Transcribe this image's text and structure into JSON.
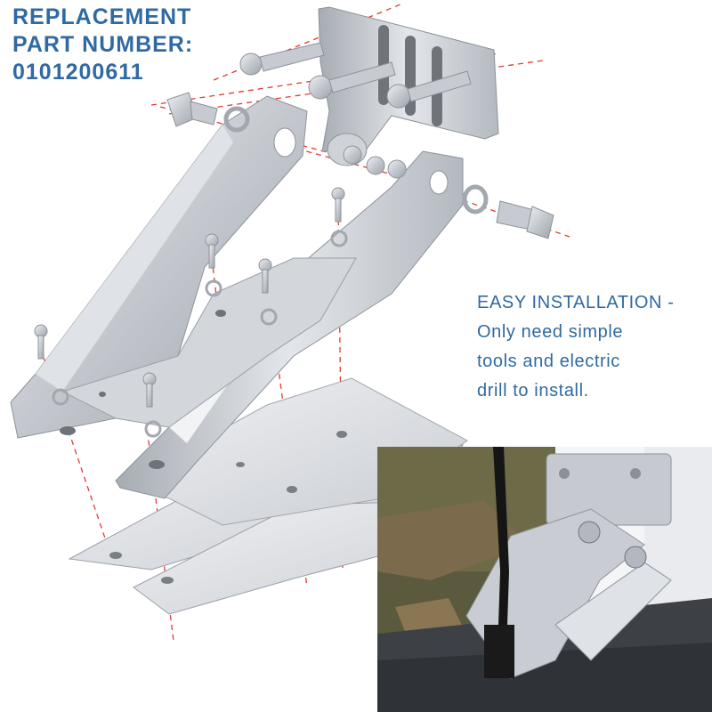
{
  "headline": {
    "line1": "REPLACEMENT",
    "line2": "PART NUMBER:",
    "line3": "0101200611"
  },
  "feature": {
    "line1": "EASY INSTALLATION -",
    "line2": "Only need simple",
    "line3": "tools and electric",
    "line4": "drill to install."
  },
  "colors": {
    "accent_text": "#2f6aa3",
    "guide_lines": "#e23b2e",
    "metal": "#c9ccd1"
  }
}
